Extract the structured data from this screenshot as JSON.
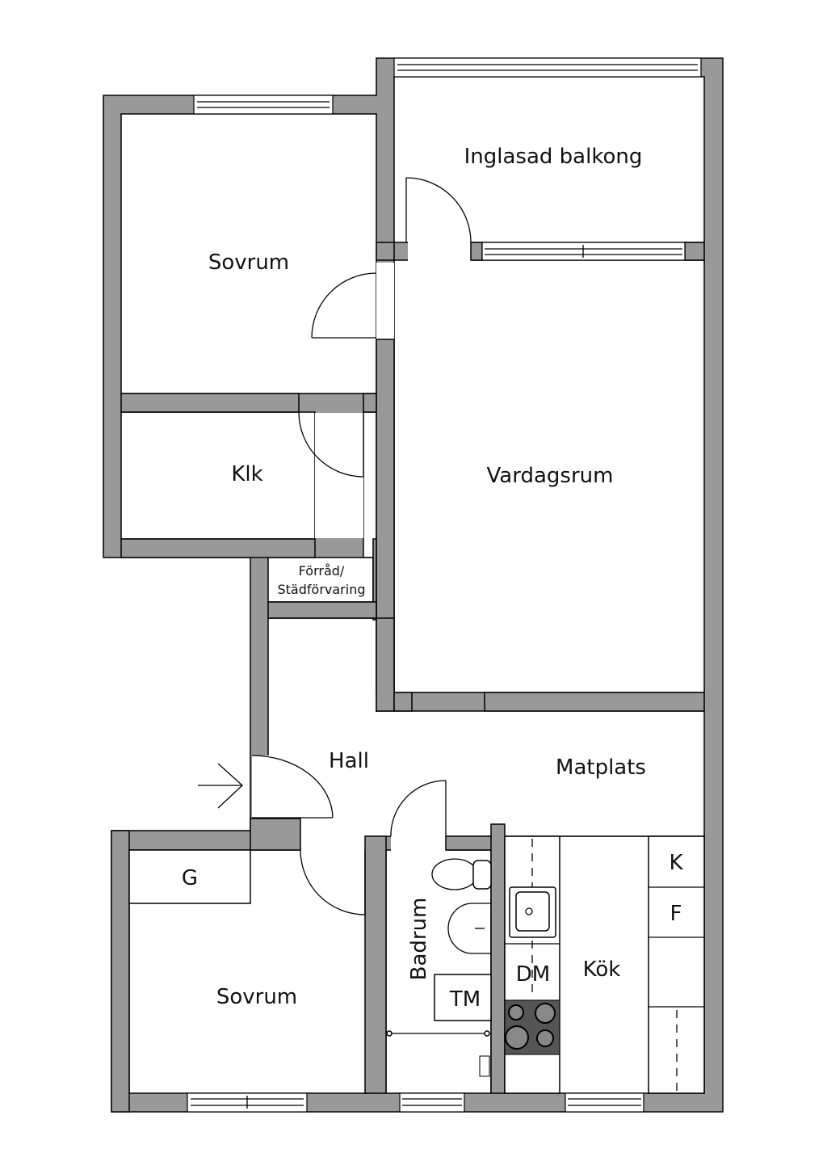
{
  "rooms": {
    "sovrum_top": "Sovrum",
    "balkong": "Inglasad balkong",
    "klk": "Klk",
    "vardagsrum": "Vardagsrum",
    "forrad_line1": "Förråd/",
    "forrad_line2": "Städförvaring",
    "hall": "Hall",
    "matplats": "Matplats",
    "sovrum_bottom": "Sovrum",
    "badrum": "Badrum",
    "kok": "Kök"
  },
  "fixtures": {
    "garderob": "G",
    "tvattmaskin": "TM",
    "diskmaskin": "DM",
    "kyl": "K",
    "frys": "F"
  },
  "colors": {
    "wall": "#999999",
    "stove": "#555555"
  }
}
